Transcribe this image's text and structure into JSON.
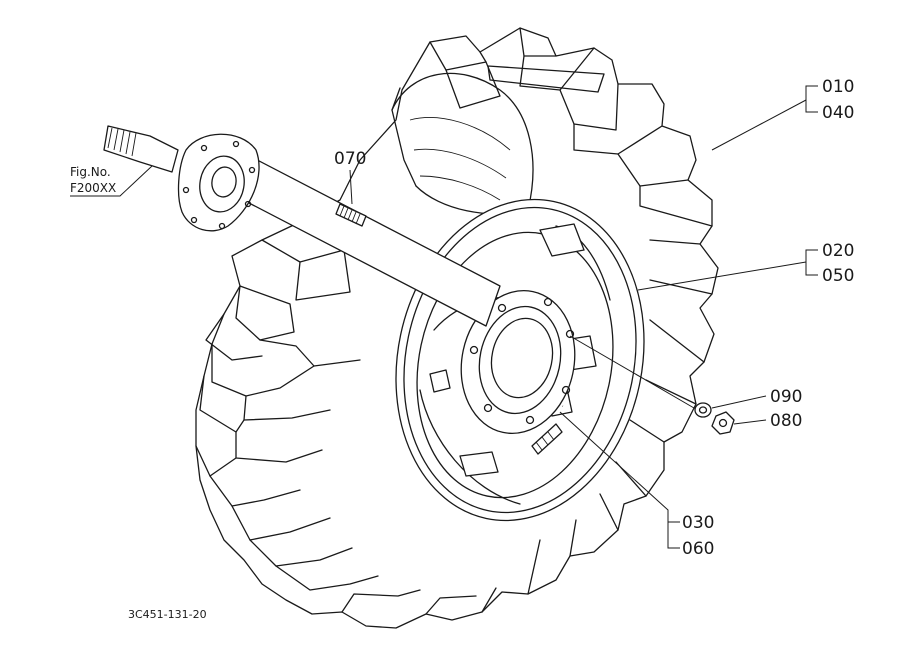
{
  "diagram_code": "3C451-131-20",
  "figure_ref": {
    "line1": "Fig.No.",
    "line2": "F200XX"
  },
  "callouts": {
    "tire": [
      "010",
      "040"
    ],
    "rim": [
      "020",
      "050"
    ],
    "valve": [
      "030",
      "060"
    ],
    "stud": "070",
    "nut": "080",
    "washer": "090"
  }
}
